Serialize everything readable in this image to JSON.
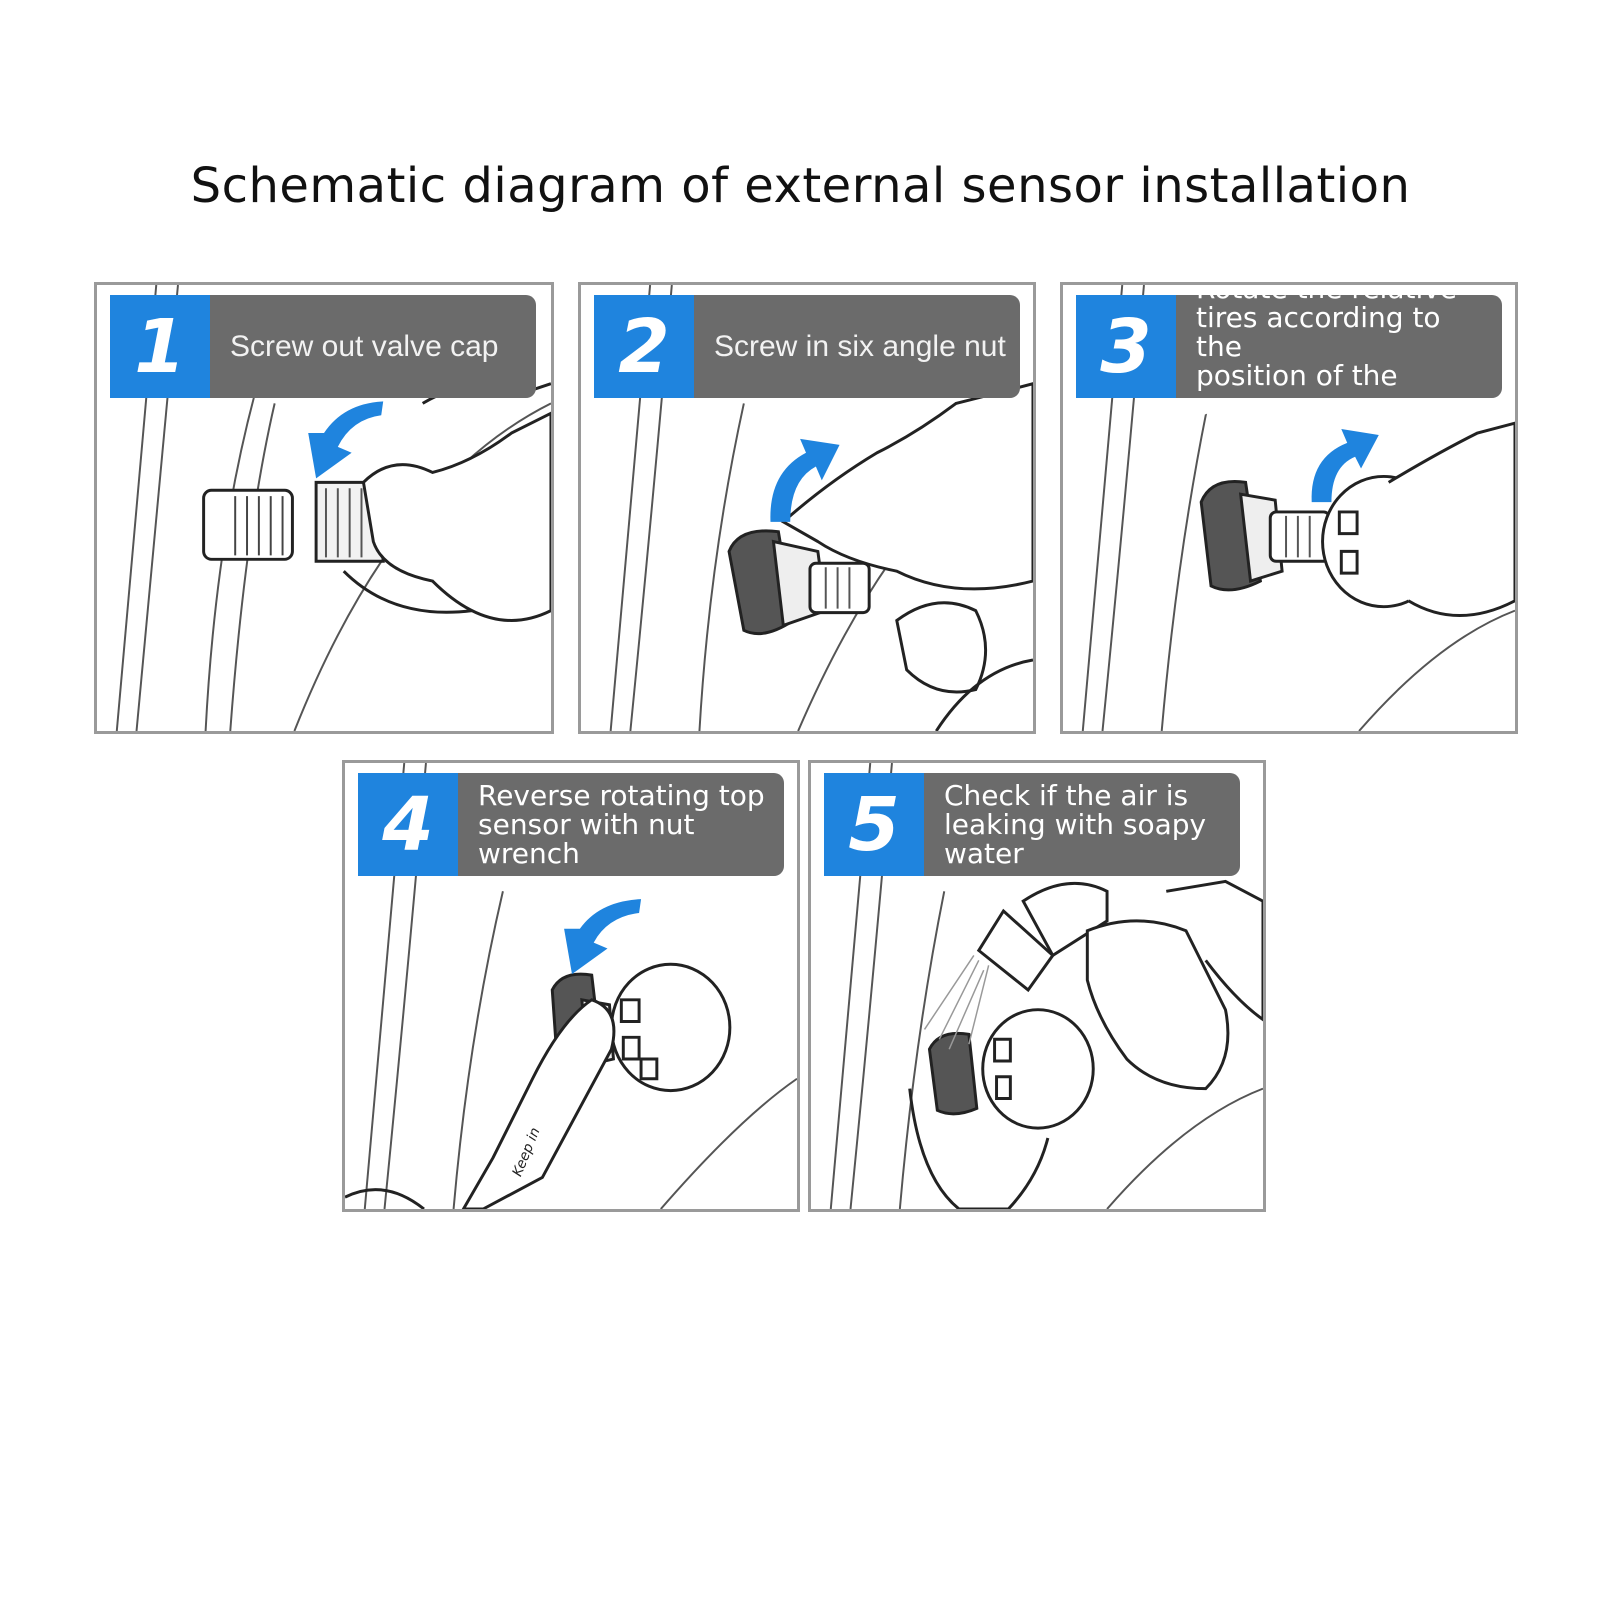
{
  "title": "Schematic diagram of external sensor installation",
  "colors": {
    "accent": "#1f84de",
    "banner": "#6b6b6b",
    "frame": "#9a9a9a"
  },
  "steps": [
    {
      "number": "1",
      "label": "Screw out valve cap",
      "icon": "curved-arrow-down-left-icon"
    },
    {
      "number": "2",
      "label": "Screw in six angle nut",
      "icon": "curved-arrow-up-right-icon"
    },
    {
      "number": "3",
      "label": "Rotate the relative\ntires according to the\nposition of the sensor",
      "icon": "curved-arrow-up-right-icon"
    },
    {
      "number": "4",
      "label": "Reverse rotating top\nsensor with nut wrench",
      "icon": "curved-arrow-down-left-icon"
    },
    {
      "number": "5",
      "label": "Check if the air is\nleaking with soapy\nwater",
      "icon": "spray-bottle-icon"
    }
  ],
  "wrench_engraving": "Keep in"
}
